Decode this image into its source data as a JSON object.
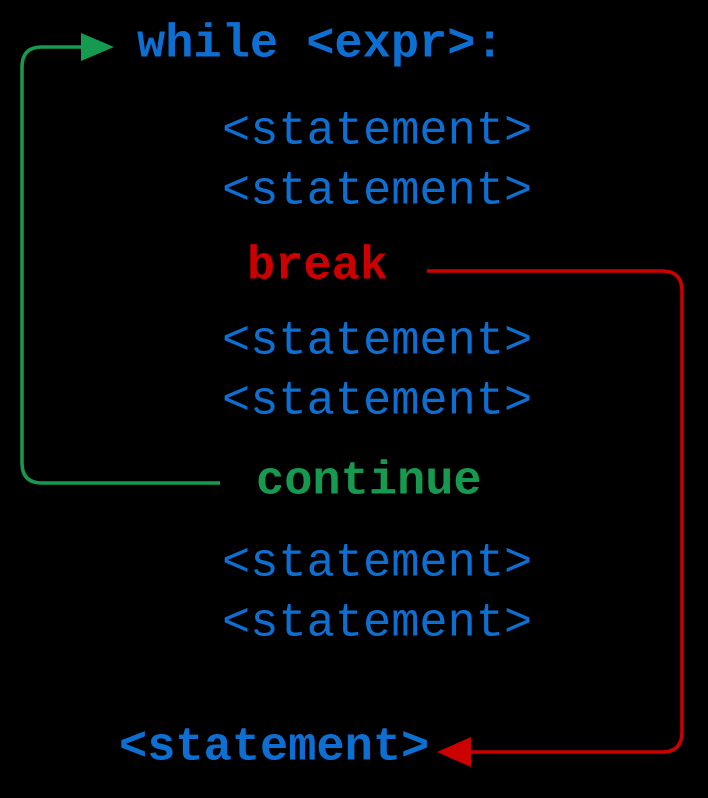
{
  "colors": {
    "background": "#000000",
    "blue": "#0e6fd3",
    "red": "#cc0000",
    "green": "#169a4f"
  },
  "code": {
    "header": "while <expr>:",
    "statements": [
      "<statement>",
      "<statement>",
      "<statement>",
      "<statement>",
      "<statement>",
      "<statement>"
    ],
    "break_kw": "break",
    "continue_kw": "continue",
    "after_loop": "<statement>"
  },
  "icons": {
    "continue_arrow": "loop-back-arrow",
    "break_arrow": "loop-exit-arrow"
  }
}
